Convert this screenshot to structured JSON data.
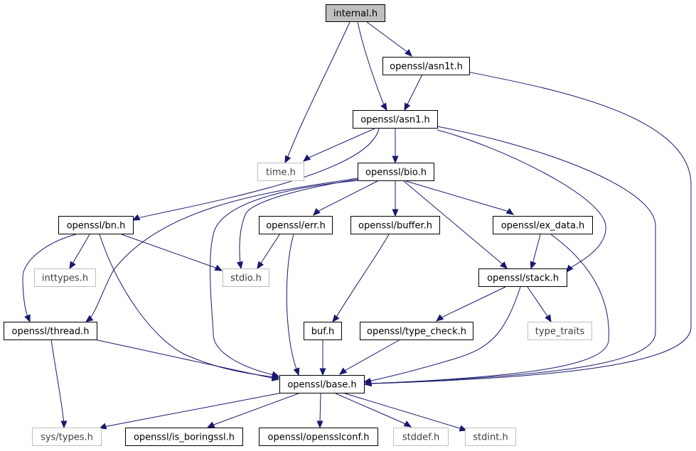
{
  "graph": {
    "root": "internal.h",
    "colors": {
      "edge": "#191970",
      "node_border": "#000000",
      "external_border": "#bfbfbf",
      "external_text": "#3f3f3f",
      "current_fill": "#bfbfbf"
    },
    "nodes": [
      {
        "id": "internal",
        "label": "internal.h",
        "kind": "current"
      },
      {
        "id": "asn1t",
        "label": "openssl/asn1t.h",
        "kind": "header"
      },
      {
        "id": "asn1",
        "label": "openssl/asn1.h",
        "kind": "header"
      },
      {
        "id": "time",
        "label": "time.h",
        "kind": "external"
      },
      {
        "id": "bio",
        "label": "openssl/bio.h",
        "kind": "header"
      },
      {
        "id": "bn",
        "label": "openssl/bn.h",
        "kind": "header"
      },
      {
        "id": "err",
        "label": "openssl/err.h",
        "kind": "header"
      },
      {
        "id": "buffer",
        "label": "openssl/buffer.h",
        "kind": "header"
      },
      {
        "id": "ex_data",
        "label": "openssl/ex_data.h",
        "kind": "header"
      },
      {
        "id": "inttypes",
        "label": "inttypes.h",
        "kind": "external"
      },
      {
        "id": "stdio",
        "label": "stdio.h",
        "kind": "external"
      },
      {
        "id": "stack",
        "label": "openssl/stack.h",
        "kind": "header"
      },
      {
        "id": "thread",
        "label": "openssl/thread.h",
        "kind": "header"
      },
      {
        "id": "buf",
        "label": "buf.h",
        "kind": "header"
      },
      {
        "id": "type_check",
        "label": "openssl/type_check.h",
        "kind": "header"
      },
      {
        "id": "type_traits",
        "label": "type_traits",
        "kind": "external"
      },
      {
        "id": "base",
        "label": "openssl/base.h",
        "kind": "header"
      },
      {
        "id": "systypes",
        "label": "sys/types.h",
        "kind": "external"
      },
      {
        "id": "is_boringssl",
        "label": "openssl/is_boringssl.h",
        "kind": "header"
      },
      {
        "id": "opensslconf",
        "label": "openssl/opensslconf.h",
        "kind": "header"
      },
      {
        "id": "stddef",
        "label": "stddef.h",
        "kind": "external"
      },
      {
        "id": "stdint",
        "label": "stdint.h",
        "kind": "external"
      }
    ],
    "edges": [
      [
        "internal",
        "asn1t"
      ],
      [
        "internal",
        "asn1"
      ],
      [
        "internal",
        "time"
      ],
      [
        "asn1t",
        "asn1"
      ],
      [
        "asn1t",
        "base"
      ],
      [
        "asn1",
        "time"
      ],
      [
        "asn1",
        "bio"
      ],
      [
        "asn1",
        "bn"
      ],
      [
        "asn1",
        "stack"
      ],
      [
        "asn1",
        "base"
      ],
      [
        "bio",
        "thread"
      ],
      [
        "bio",
        "base"
      ],
      [
        "bio",
        "stdio"
      ],
      [
        "bio",
        "err"
      ],
      [
        "bio",
        "buffer"
      ],
      [
        "bio",
        "ex_data"
      ],
      [
        "bio",
        "stack"
      ],
      [
        "bn",
        "inttypes"
      ],
      [
        "bn",
        "thread"
      ],
      [
        "bn",
        "stdio"
      ],
      [
        "bn",
        "base"
      ],
      [
        "err",
        "stdio"
      ],
      [
        "err",
        "base"
      ],
      [
        "buffer",
        "buf"
      ],
      [
        "ex_data",
        "stack"
      ],
      [
        "ex_data",
        "base"
      ],
      [
        "stack",
        "type_check"
      ],
      [
        "stack",
        "type_traits"
      ],
      [
        "stack",
        "base"
      ],
      [
        "thread",
        "systypes"
      ],
      [
        "thread",
        "base"
      ],
      [
        "buf",
        "base"
      ],
      [
        "type_check",
        "base"
      ],
      [
        "base",
        "systypes"
      ],
      [
        "base",
        "is_boringssl"
      ],
      [
        "base",
        "opensslconf"
      ],
      [
        "base",
        "stddef"
      ],
      [
        "base",
        "stdint"
      ]
    ]
  }
}
